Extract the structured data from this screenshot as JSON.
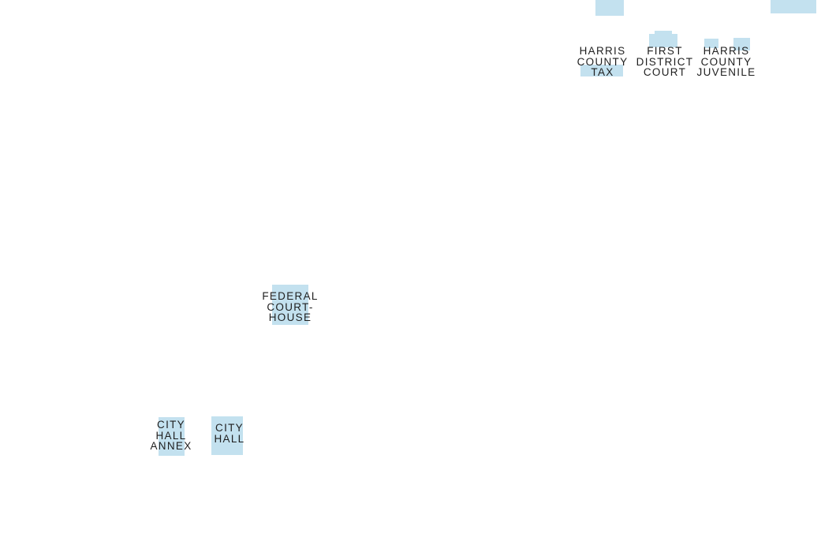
{
  "map": {
    "building_fill": "#c3e1ef",
    "background": "#ffffff",
    "label_color": "#1f1f1f",
    "labels": {
      "harris_county_tax": [
        "HARRIS",
        "COUNTY",
        "TAX"
      ],
      "first_district_court": [
        "FIRST",
        "DISTRICT",
        "COURT"
      ],
      "harris_county_juvenile": [
        "HARRIS",
        "COUNTY",
        "JUVENILE"
      ],
      "federal_courthouse": [
        "FEDERAL",
        "COURT-",
        "HOUSE"
      ],
      "city_hall_annex": [
        "CITY",
        "HALL",
        "ANNEX"
      ],
      "city_hall": [
        "CITY",
        "HALL"
      ]
    }
  }
}
